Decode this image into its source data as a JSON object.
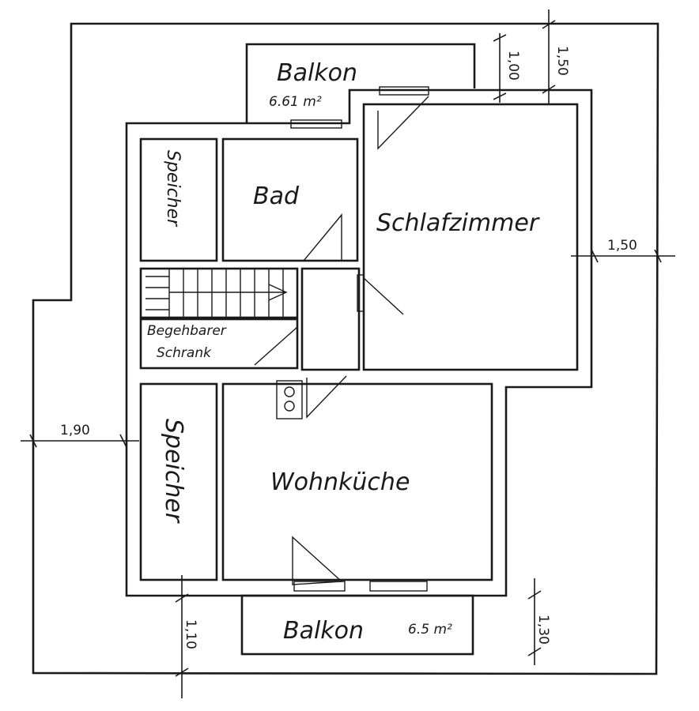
{
  "rooms": {
    "balkon_top": "Balkon",
    "balkon_top_area": "6.61 m²",
    "bad": "Bad",
    "speicher_top": "Speicher",
    "schlafzimmer": "Schlafzimmer",
    "schrank_line1": "Begehbarer",
    "schrank_line2": "Schrank",
    "speicher_bottom": "Speicher",
    "wohnkueche": "Wohnküche",
    "balkon_bottom": "Balkon",
    "balkon_bottom_area": "6.5 m²"
  },
  "dimensions": {
    "top_balcony_depth": "1,00",
    "top_offset": "1,50",
    "right_offset": "1,50",
    "left_offset": "1,90",
    "bottom_left": "1,10",
    "bottom_right": "1,30"
  }
}
